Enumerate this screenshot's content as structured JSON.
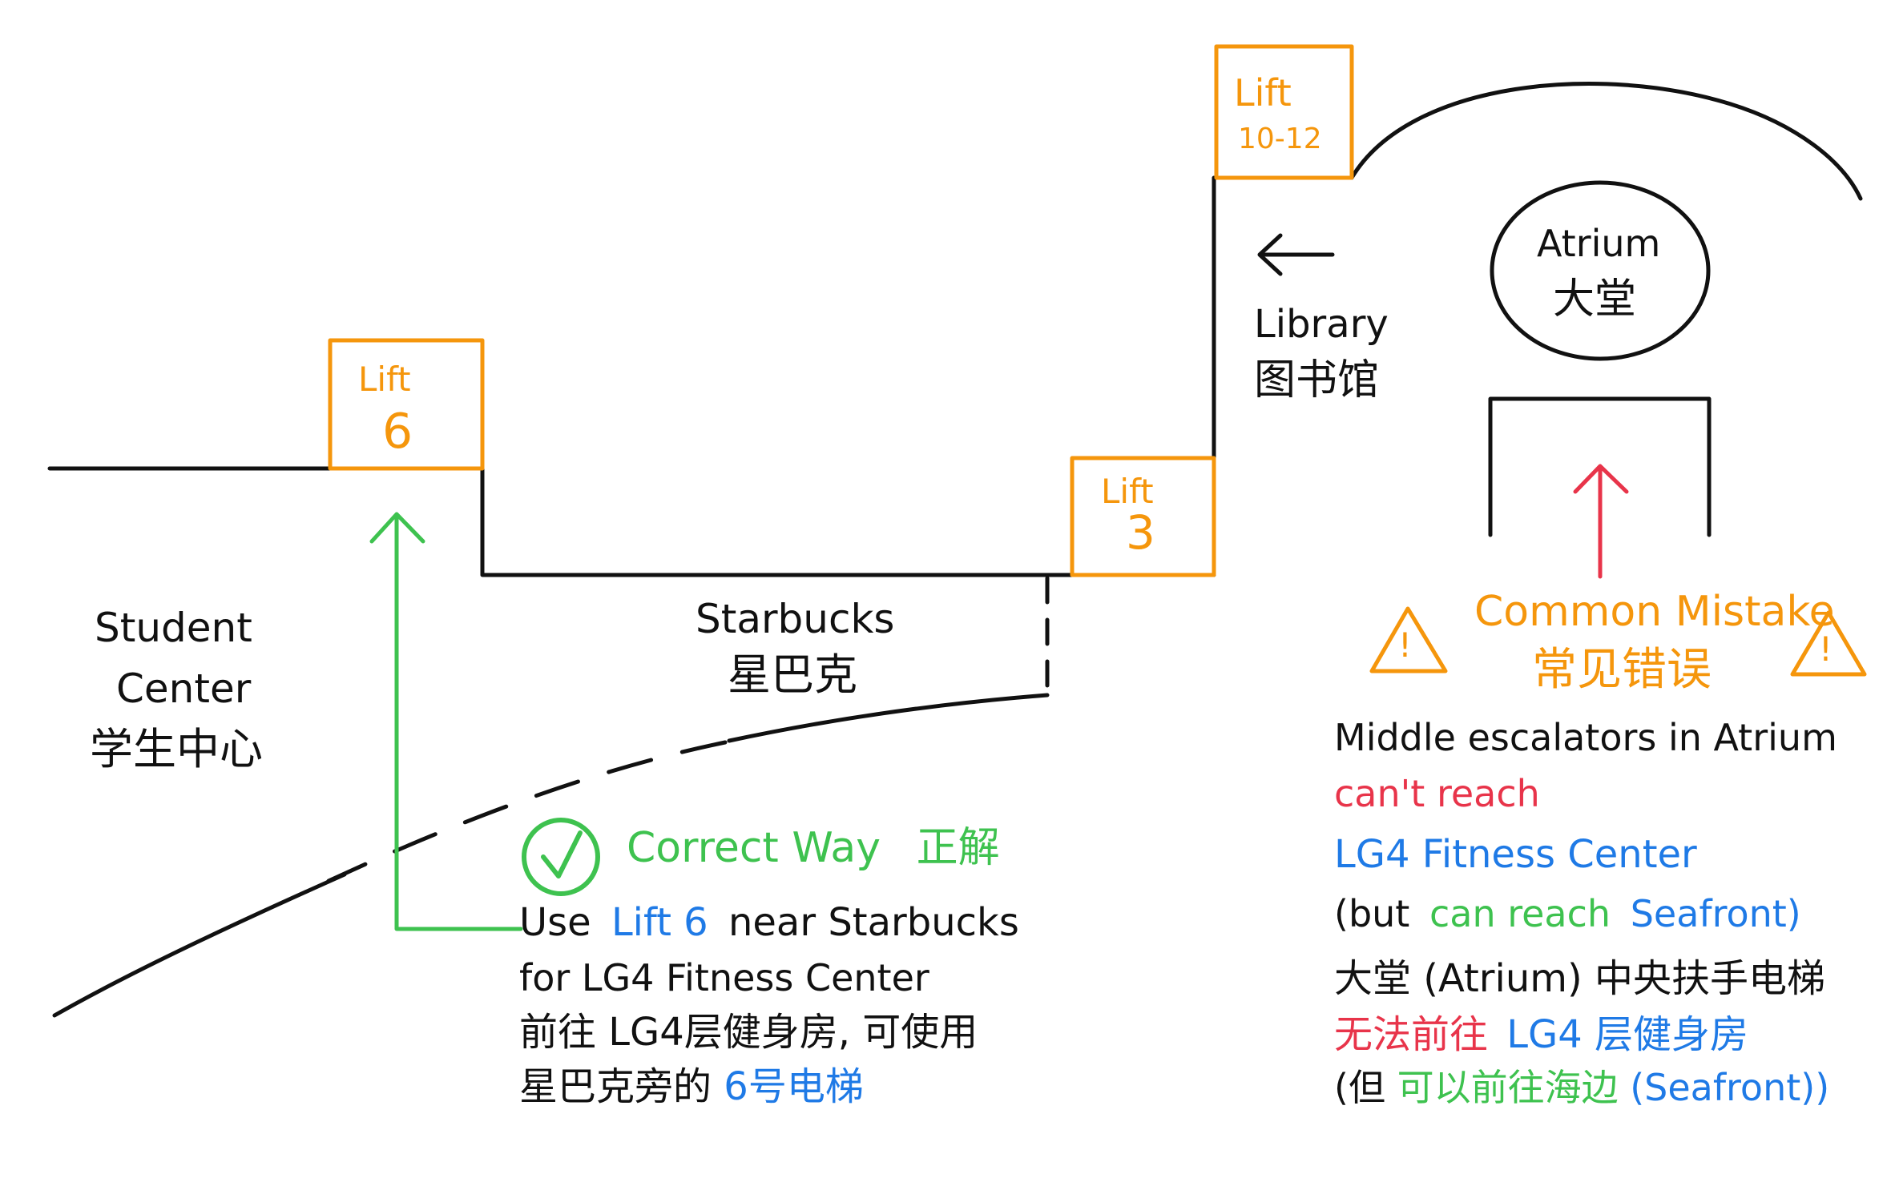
{
  "colors": {
    "ink": "#111111",
    "lift": "#f5960c",
    "correct": "#3ec24f",
    "mistake": "#e8344a",
    "highlight": "#1f7ae6"
  },
  "lifts": {
    "lift6": {
      "line1": "Lift",
      "line2": "6"
    },
    "lift3": {
      "line1": "Lift",
      "line2": "3"
    },
    "lift1012": {
      "line1": "Lift",
      "line2": "10-12"
    }
  },
  "places": {
    "student_center": {
      "en1": "Student",
      "en2": "Center",
      "zh": "学生中心"
    },
    "starbucks": {
      "en": "Starbucks",
      "zh": "星巴克"
    },
    "library": {
      "en": "Library",
      "zh": "图书馆"
    },
    "atrium": {
      "en": "Atrium",
      "zh": "大堂"
    }
  },
  "correct": {
    "heading_en": "Correct Way",
    "heading_zh": "正解",
    "l1_a": "Use",
    "l1_b": "Lift 6",
    "l1_c": "near Starbucks",
    "l2": "for LG4 Fitness Center",
    "l3": "前往 LG4层健身房, 可使用",
    "l4_a": "星巴克旁的",
    "l4_b": "6号电梯"
  },
  "mistake": {
    "heading_en": "Common Mistake",
    "heading_zh": "常见错误",
    "warn_glyph": "!",
    "l1": "Middle escalators in Atrium",
    "l2": "can't reach",
    "l3": "LG4 Fitness Center",
    "l4_a": "(but",
    "l4_b": "can reach",
    "l4_c": "Seafront)",
    "l5": "大堂 (Atrium) 中央扶手电梯",
    "l6_a": "无法前往",
    "l6_b": "LG4 层健身房",
    "l7_a": "(但",
    "l7_b": "可以前往海边",
    "l7_c": "(Seafront))"
  }
}
